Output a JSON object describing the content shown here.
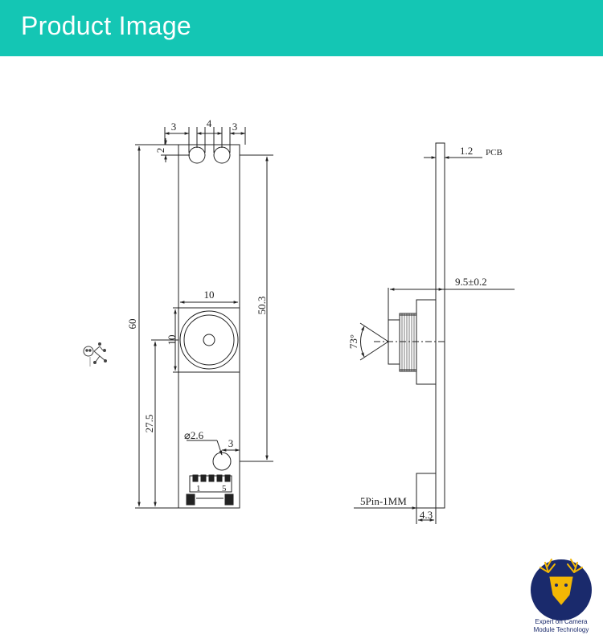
{
  "banner": {
    "title": "Product Image",
    "color": "#14c6b4"
  },
  "front_view": {
    "dims": {
      "hole_offset_left": "3",
      "hole_spacing": "4",
      "hole_offset_right": "3",
      "top_offset": "2",
      "total_length": "60",
      "hole_to_lens": "50.3",
      "lens_width": "10",
      "lens_height": "10",
      "bottom_to_lens": "27.5",
      "mount_hole_diameter": "⌀2.6",
      "mount_hole_offset": "3",
      "pin_first": "1",
      "pin_last": "5"
    }
  },
  "side_view": {
    "dims": {
      "pcb_thickness": "1.2",
      "pcb_label": "PCB",
      "lens_depth": "9.5±0.2",
      "fov_angle": "73°",
      "connector_label": "5Pin-1MM",
      "connector_depth": "4.3"
    }
  },
  "logo": {
    "line1": "Expert on Camera",
    "line2": "Module Technology",
    "color": "#1a2a6c",
    "accent": "#f2b705"
  }
}
